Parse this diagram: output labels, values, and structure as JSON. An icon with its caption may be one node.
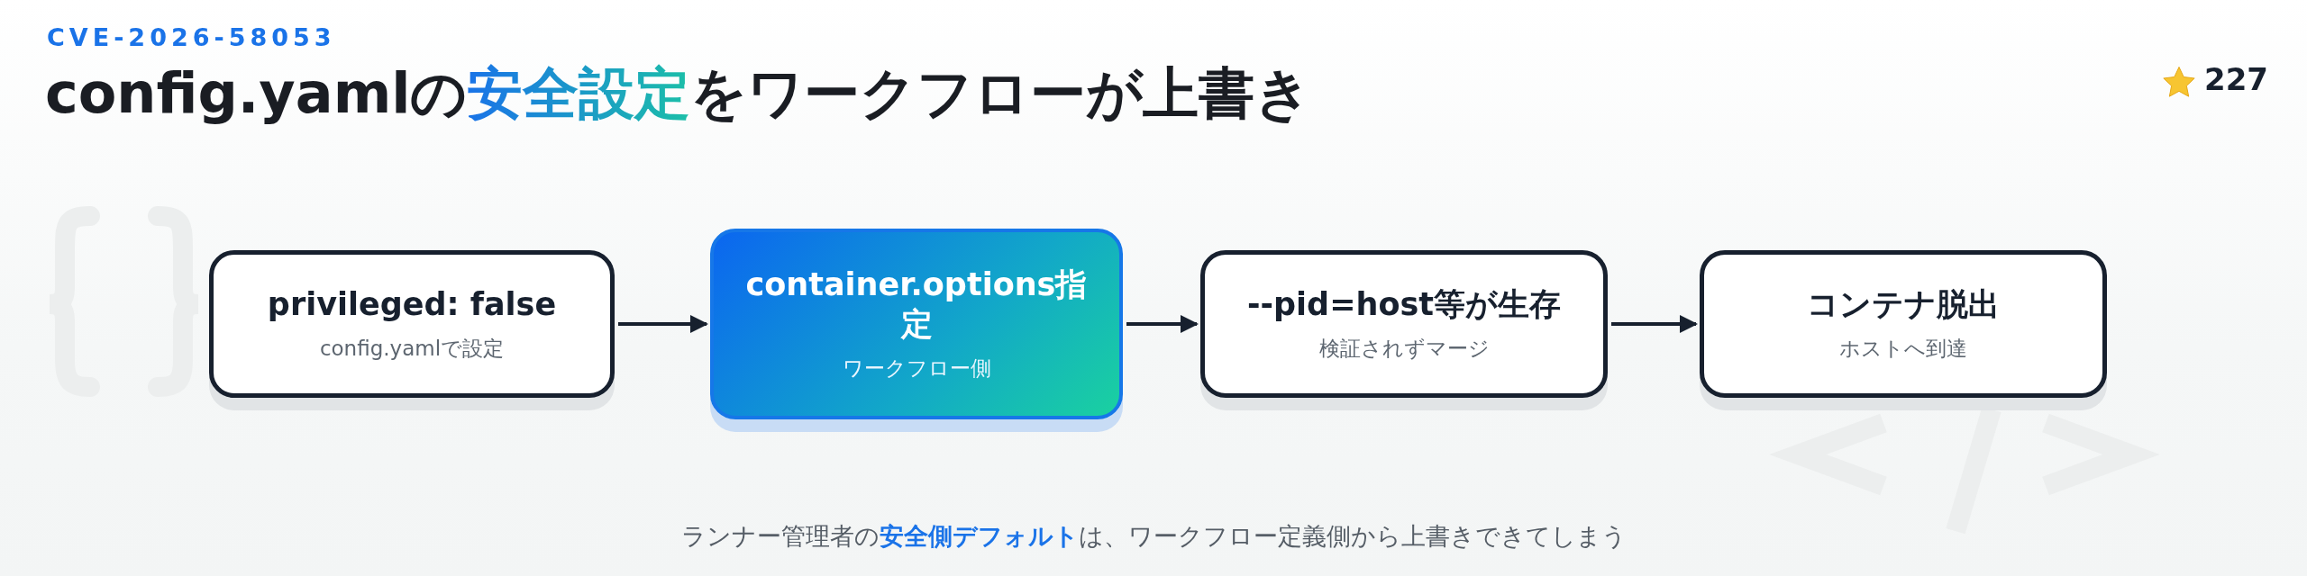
{
  "diagram": {
    "title": "config.yamlの**安全設定**をワークフローが上書き",
    "caption": "ランナー管理者の**安全側デフォルト**は、ワークフロー定義側から上書きできてしまう",
    "nodes": [
      {
        "text": [
          "privileged: false",
          "config.yamlで設定"
        ]
      },
      {
        "text": [
          "container.options指定",
          "ワークフロー側"
        ]
      },
      {
        "text": [
          "--pid=host等が生存",
          "検証されずマージ"
        ]
      },
      {
        "text": [
          "コンテナ脱出",
          "ホストへ到達"
        ]
      }
    ],
    "edges": [
      {
        "from": 0,
        "to": 1,
        "arrow": "to"
      },
      {
        "from": 1,
        "to": 2,
        "arrow": "to"
      },
      {
        "from": 2,
        "to": 3,
        "arrow": "to"
      }
    ],
    "labels": [
      "CVE-2026-58053",
      "227"
    ]
  }
}
